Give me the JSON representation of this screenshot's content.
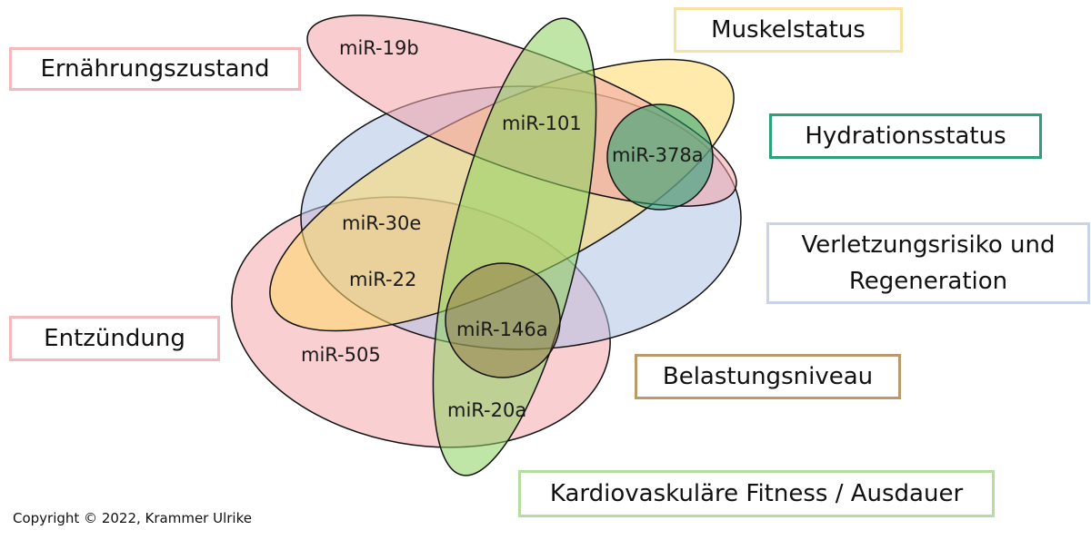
{
  "categories": [
    {
      "id": "ernaehrung",
      "label": "Ernährungszustand",
      "color": "#f4b9bd"
    },
    {
      "id": "muskel",
      "label": "Muskelstatus",
      "color": "#f6e3a1"
    },
    {
      "id": "hydration",
      "label": "Hydrationsstatus",
      "color": "#2e9f7b"
    },
    {
      "id": "verletzung",
      "label": "Verletzungsrisiko und Regeneration",
      "line1": "Verletzungsrisiko und",
      "line2": "Regeneration",
      "color": "#c9d4ea"
    },
    {
      "id": "entzuendung",
      "label": "Entzündung",
      "color": "#f4b9bd"
    },
    {
      "id": "belastung",
      "label": "Belastungsniveau",
      "color": "#b99b6b"
    },
    {
      "id": "kardio",
      "label": "Kardiovaskuläre Fitness / Ausdauer",
      "color": "#b6dca0"
    }
  ],
  "ellipse_fills": {
    "ernaehrung": "#f4a3a8",
    "muskel": "#ffd966",
    "hydration": "#1f9e6e",
    "verletzung": "#aec3e6",
    "entzuendung": "#f6a8ad",
    "belastung": "#8e6b3d",
    "kardio": "#8cd15e"
  },
  "mirnas": [
    {
      "id": "mir-19b",
      "label": "miR-19b"
    },
    {
      "id": "mir-101",
      "label": "miR-101"
    },
    {
      "id": "mir-378a",
      "label": "miR-378a"
    },
    {
      "id": "mir-30e",
      "label": "miR-30e"
    },
    {
      "id": "mir-22",
      "label": "miR-22"
    },
    {
      "id": "mir-146a",
      "label": "miR-146a"
    },
    {
      "id": "mir-505",
      "label": "miR-505"
    },
    {
      "id": "mir-20a",
      "label": "miR-20a"
    }
  ],
  "copyright": "Copyright © 2022, Krammer Ulrike"
}
